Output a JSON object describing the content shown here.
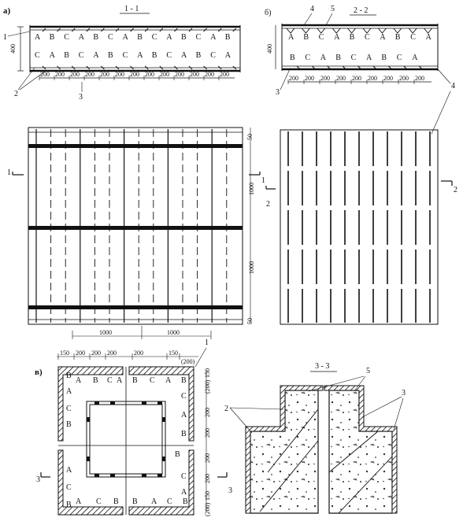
{
  "panel_a": {
    "label": "а)",
    "section_title": "1 - 1",
    "height_dim": "400",
    "row_top": [
      "A",
      "B",
      "C",
      "A",
      "B",
      "C",
      "A",
      "B",
      "C",
      "A",
      "B",
      "C",
      "A",
      "B"
    ],
    "row_bottom": [
      "C",
      "A",
      "B",
      "C",
      "A",
      "B",
      "C",
      "A",
      "B",
      "C",
      "A",
      "B",
      "C",
      "A"
    ],
    "spacing_dims": [
      "200",
      "200",
      "200",
      "200",
      "200",
      "200",
      "200",
      "200",
      "200",
      "200",
      "200",
      "200",
      "200"
    ],
    "callouts": [
      "1",
      "2",
      "3"
    ],
    "plan_dims_right": [
      "50",
      "1000",
      "1000",
      "50"
    ],
    "plan_dims_bottom": [
      "1000",
      "1000"
    ],
    "cut_marks": [
      "1",
      "1"
    ]
  },
  "panel_b": {
    "label": "б)",
    "section_title": "2 - 2",
    "height_dim": "400",
    "row_top": [
      "A",
      "B",
      "C",
      "A",
      "B",
      "C",
      "A",
      "B",
      "C",
      "A"
    ],
    "row_bottom": [
      "B",
      "C",
      "A",
      "B",
      "C",
      "A",
      "B",
      "C",
      "A"
    ],
    "spacing_dims": [
      "200",
      "200",
      "200",
      "200",
      "200",
      "200",
      "200",
      "200",
      "200"
    ],
    "callouts": [
      "3",
      "4",
      "5",
      "4"
    ],
    "cut_marks": [
      "2",
      "2"
    ]
  },
  "panel_v": {
    "label": "в)",
    "top_dims": [
      "150",
      "200",
      "200",
      "200",
      "200",
      "150",
      "(200)"
    ],
    "right_dims_upper": [
      "150",
      "(200)",
      "200",
      "200"
    ],
    "right_dims_lower": [
      "200",
      "200",
      "150",
      "(200)"
    ],
    "left_letters": [
      "B",
      "A",
      "C",
      "B",
      "A",
      "C",
      "B"
    ],
    "top_letters": [
      "A",
      "B",
      "C",
      "A",
      "B",
      "C",
      "A",
      "B"
    ],
    "bottom_letters": [
      "A",
      "C",
      "B",
      "B",
      "A",
      "C",
      "B"
    ],
    "right_letters": [
      "C",
      "A",
      "B",
      "C",
      "A",
      "B"
    ],
    "callouts": [
      "1"
    ],
    "cut_marks": [
      "3",
      "3"
    ]
  },
  "detail_3": {
    "section_title": "3 - 3",
    "callouts": [
      "2",
      "5",
      "3"
    ]
  }
}
